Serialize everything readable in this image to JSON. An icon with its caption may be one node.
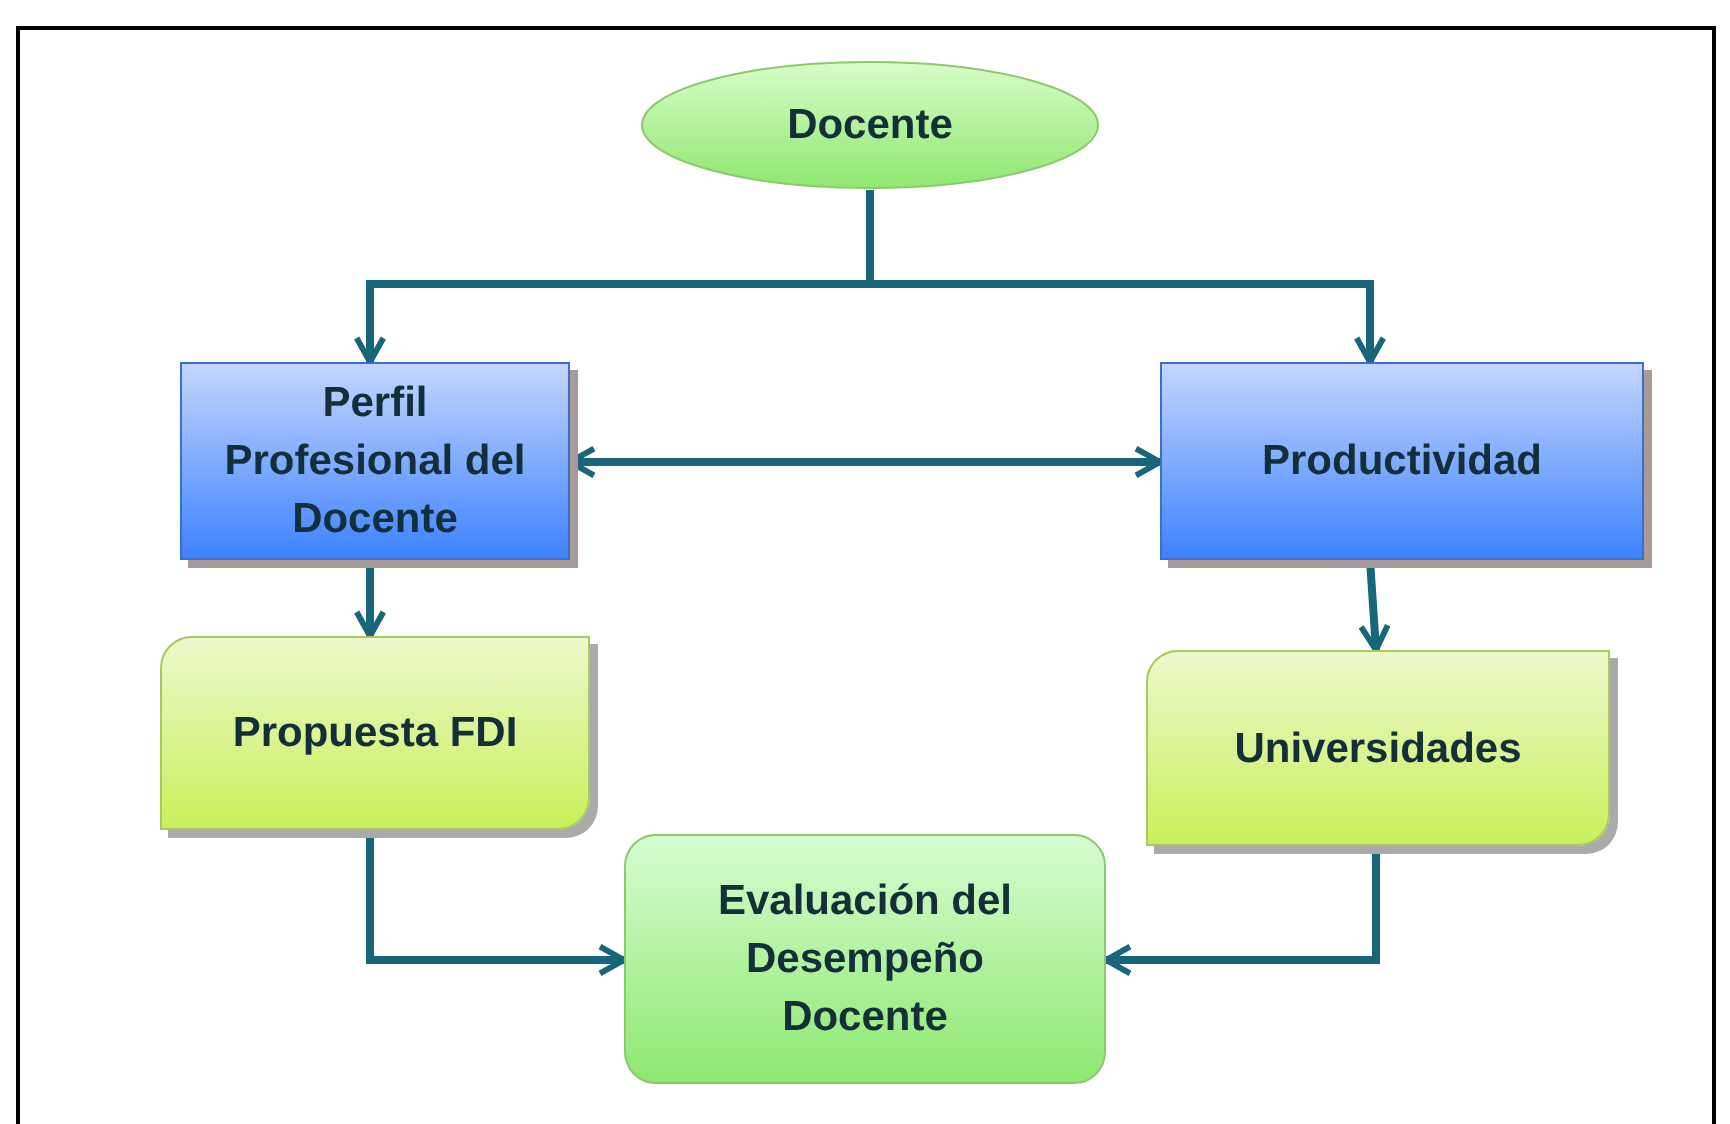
{
  "diagram": {
    "nodes": [
      {
        "text": [
          "Docente"
        ]
      },
      {
        "text": [
          "Perfil Profesional del Docente"
        ]
      },
      {
        "text": [
          "Productividad"
        ]
      },
      {
        "text": [
          "Propuesta FDI"
        ]
      },
      {
        "text": [
          "Universidades"
        ]
      },
      {
        "text": [
          "Evaluación del Desempeño Docente"
        ]
      }
    ],
    "edges": [
      {
        "from": 0,
        "to": 1,
        "arrow": "to"
      },
      {
        "from": 0,
        "to": 2,
        "arrow": "to"
      },
      {
        "from": 1,
        "to": 2,
        "arrow": "both"
      },
      {
        "from": 1,
        "to": 3,
        "arrow": "to"
      },
      {
        "from": 2,
        "to": 4,
        "arrow": "to"
      },
      {
        "from": 3,
        "to": 5,
        "arrow": "to"
      },
      {
        "from": 4,
        "to": 5,
        "arrow": "to"
      }
    ]
  }
}
